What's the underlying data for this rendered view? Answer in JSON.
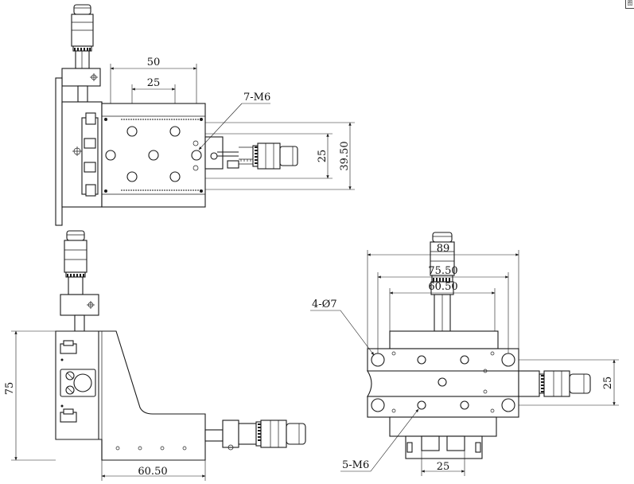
{
  "top_view": {
    "dim_width_outer": "50",
    "dim_width_inner": "25",
    "callout_holes": "7-M6",
    "dim_height_inner": "25",
    "dim_height_outer": "39.50"
  },
  "side_view": {
    "dim_height": "75",
    "dim_base": "60.50"
  },
  "front_view": {
    "dim_overall": "89",
    "dim_mid": "75.50",
    "dim_inner": "60.50",
    "callout_holes_through": "4-Ø7",
    "dim_right": "25",
    "callout_holes_thread": "5-M6",
    "dim_bottom": "25"
  },
  "corner_glyph": "图"
}
